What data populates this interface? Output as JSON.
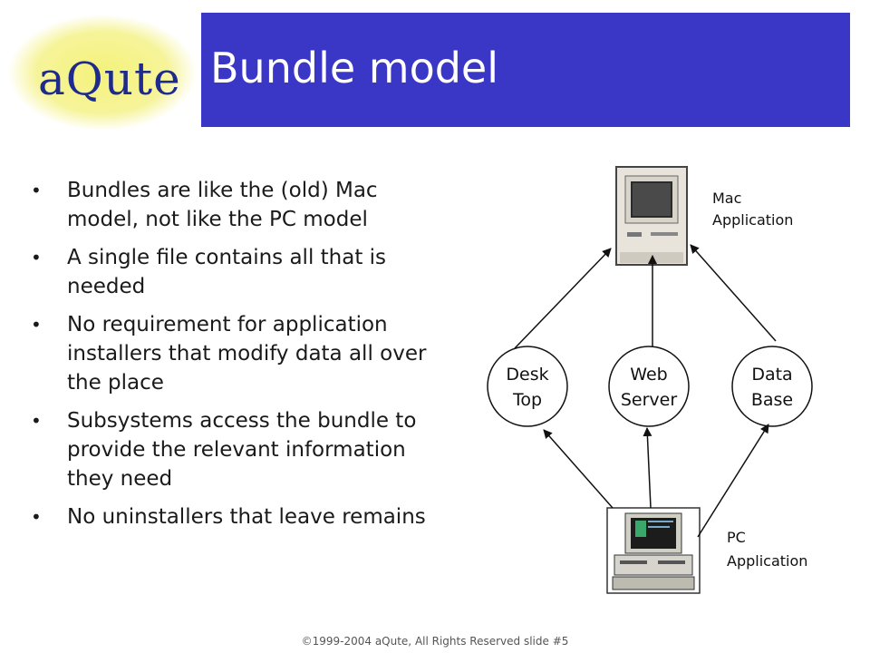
{
  "logo": {
    "text": "aQute"
  },
  "title": "Bundle model",
  "bullets": [
    "Bundles are like the (old) Mac model, not like the PC model",
    "A single file contains all that is needed",
    "No requirement for application installers that modify data all over the place",
    "Subsystems access the bundle to provide the relevant information they need",
    "No uninstallers that leave remains"
  ],
  "diagram": {
    "mac_caption": [
      "Mac",
      "Application"
    ],
    "pc_caption": [
      "PC",
      "Application"
    ],
    "nodes": [
      {
        "line1": "Desk",
        "line2": "Top"
      },
      {
        "line1": "Web",
        "line2": "Server"
      },
      {
        "line1": "Data",
        "line2": "Base"
      }
    ]
  },
  "footer": "©1999-2004 aQute, All Rights Reserved slide #5"
}
